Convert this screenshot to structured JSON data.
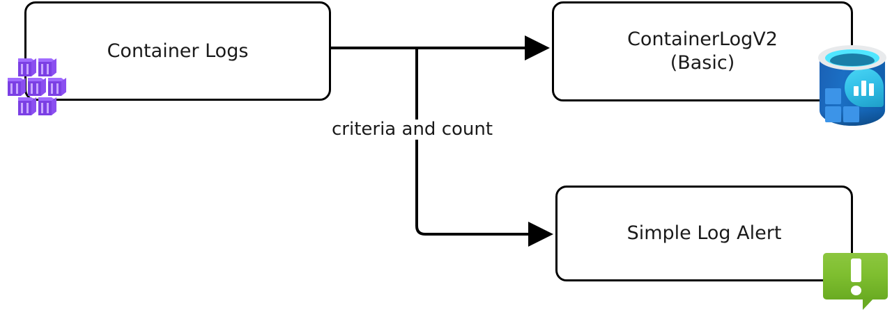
{
  "diagram": {
    "title": "Container Logs to ContainerLogV2 and Simple Log Alert flow",
    "background_color": "#ffffff",
    "stroke_color": "#000000",
    "nodes": [
      {
        "id": "container-logs",
        "label": "Container Logs",
        "icon": "container-cluster-icon",
        "icon_color": "#7b3fe4"
      },
      {
        "id": "containerlogv2",
        "label": "ContainerLogV2\n(Basic)",
        "icon": "log-analytics-workspace-icon",
        "icon_color": "#1b6fc4"
      },
      {
        "id": "simple-log-alert",
        "label": "Simple Log Alert",
        "icon": "alert-bubble-icon",
        "icon_color": "#8cc63f"
      }
    ],
    "edges": [
      {
        "id": "logs-to-containerlogv2",
        "from": "container-logs",
        "to": "containerlogv2",
        "label": ""
      },
      {
        "id": "logs-to-simple-log-alert",
        "from": "container-logs",
        "to": "simple-log-alert",
        "label": "criteria and count"
      }
    ],
    "edge_labels": {
      "criteria_and_count": "criteria and count"
    }
  }
}
